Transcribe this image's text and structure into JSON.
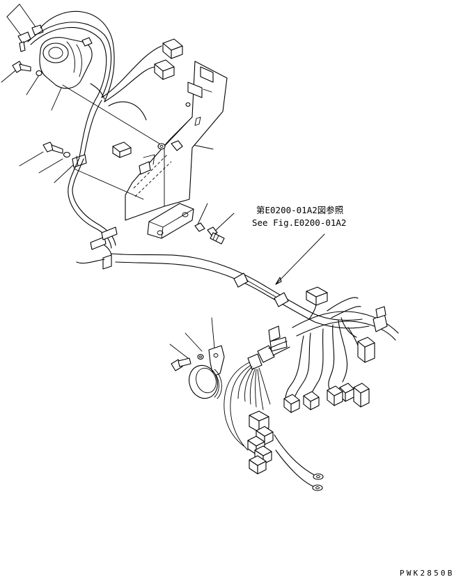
{
  "reference": {
    "line_jp": "第E0200-01A2図参照",
    "line_en": "See Fig.E0200-01A2"
  },
  "drawing_code": "PWK2850B",
  "colors": {
    "ink": "#000000",
    "paper": "#ffffff"
  }
}
